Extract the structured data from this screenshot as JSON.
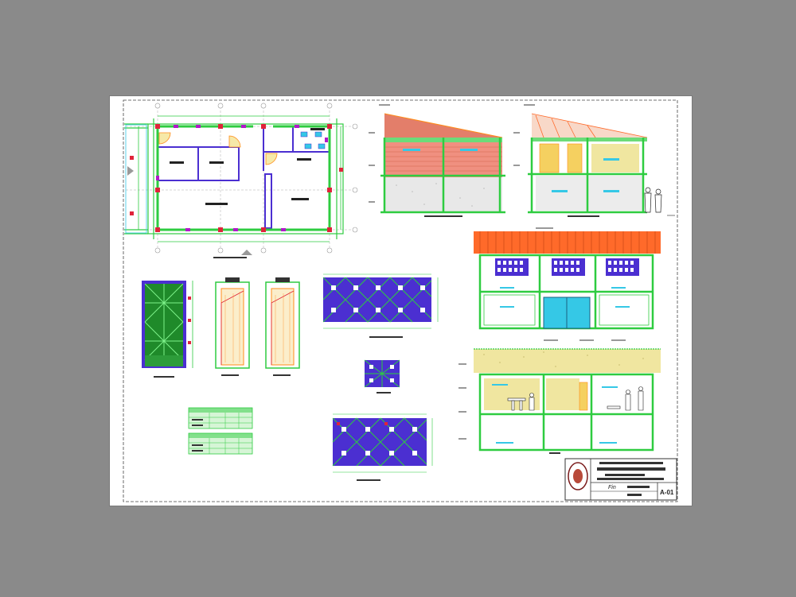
{
  "sheet": {
    "title_block": {
      "sheet_number": "A-01",
      "tag": "Fin"
    }
  },
  "colors": {
    "background": "#8a8a8a",
    "paper": "#ffffff",
    "wall_green": "#2ecc40",
    "wall_purple": "#4b2fd1",
    "door_orange": "#ff8c1a",
    "window_magenta": "#b019c9",
    "brick_red": "#e0705a",
    "roof_orange": "#ff6a2a",
    "glass_cyan": "#35c8e6",
    "hatch_yellow": "#f0e6a0"
  },
  "drawings": [
    {
      "name": "floor-plan"
    },
    {
      "name": "front-elevation"
    },
    {
      "name": "side-section"
    },
    {
      "name": "rear-elevation"
    },
    {
      "name": "longitudinal-section"
    },
    {
      "name": "window-detail"
    },
    {
      "name": "door-detail-1"
    },
    {
      "name": "door-detail-2"
    },
    {
      "name": "lattice-panel-1"
    },
    {
      "name": "lattice-panel-2"
    },
    {
      "name": "lattice-panel-small"
    },
    {
      "name": "schedule-tables"
    },
    {
      "name": "title-block"
    }
  ]
}
